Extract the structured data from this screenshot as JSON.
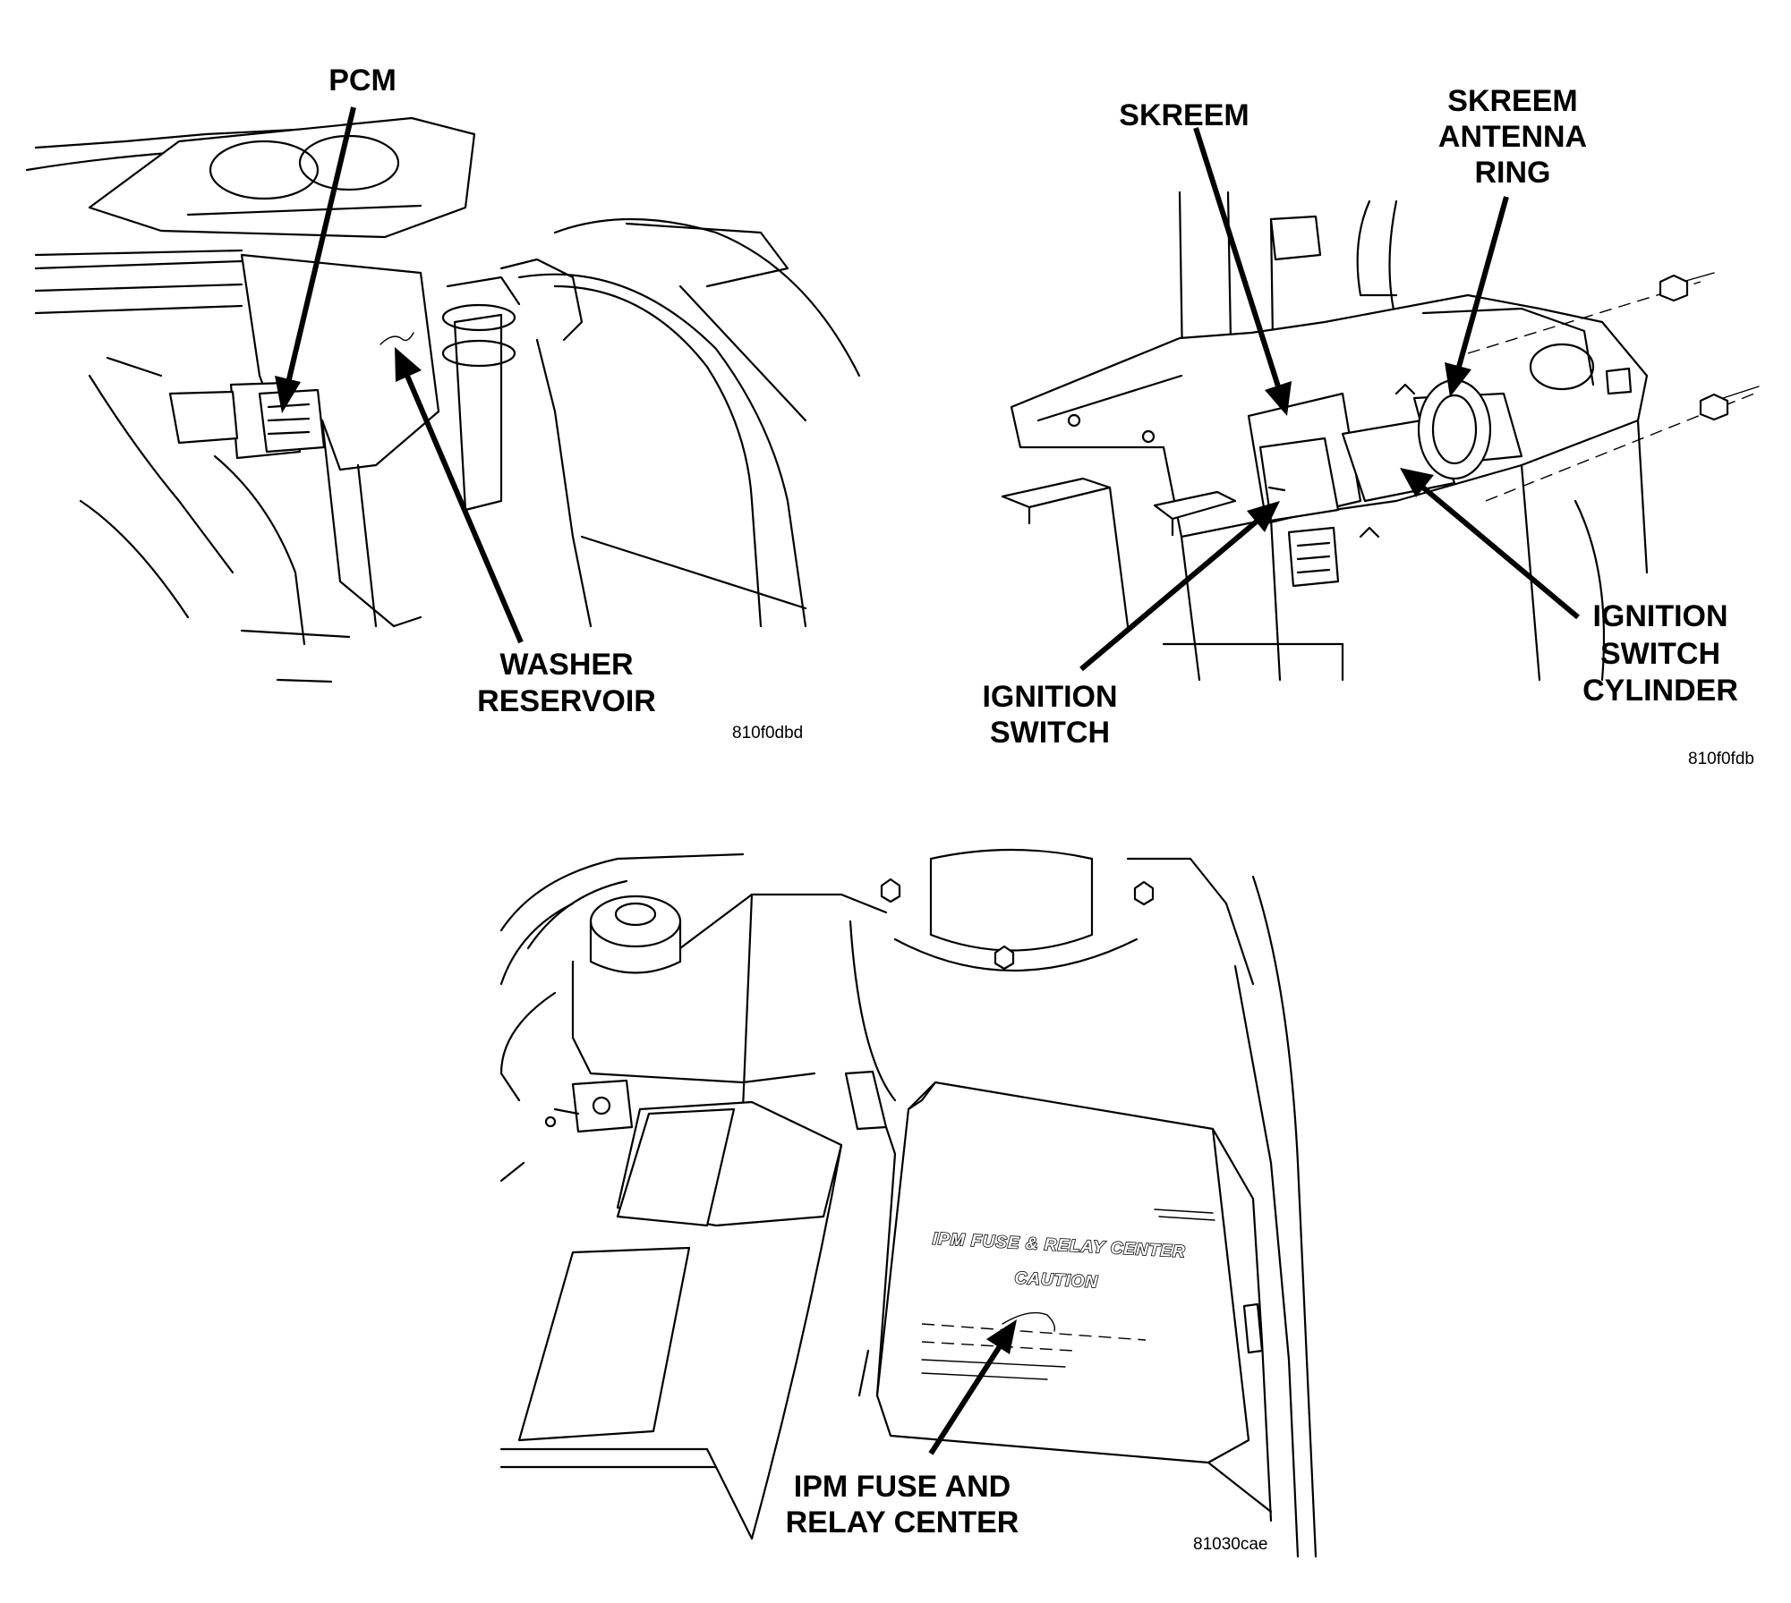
{
  "panels": {
    "top_left": {
      "labels": {
        "pcm": "PCM",
        "washer_line1": "WASHER",
        "washer_line2": "RESERVOIR"
      },
      "figure_code": "810f0dbd"
    },
    "top_right": {
      "labels": {
        "skreem": "SKREEM",
        "antenna_line1": "SKREEM",
        "antenna_line2": "ANTENNA",
        "antenna_line3": "RING",
        "ignition_switch_line1": "IGNITION",
        "ignition_switch_line2": "SWITCH",
        "cylinder_line1": "IGNITION",
        "cylinder_line2": "SWITCH",
        "cylinder_line3": "CYLINDER"
      },
      "figure_code": "810f0fdb"
    },
    "bottom": {
      "box_text": {
        "title": "IPM FUSE & RELAY CENTER",
        "caution": "CAUTION"
      },
      "labels": {
        "ipm_line1": "IPM FUSE AND",
        "ipm_line2": "RELAY CENTER"
      },
      "figure_code": "81030cae"
    }
  }
}
